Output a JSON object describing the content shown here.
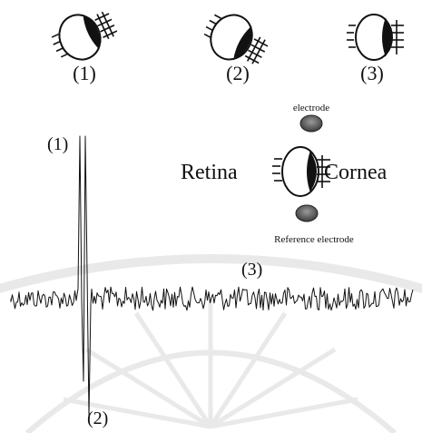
{
  "eye_states": [
    {
      "label": "(1)"
    },
    {
      "label": "(2)"
    },
    {
      "label": "(3)"
    }
  ],
  "setup": {
    "electrode_label": "electrode",
    "left_label": "Retina",
    "right_label": "Cornea",
    "reference_label": "Reference electrode"
  },
  "trace_labels": {
    "peak": "(1)",
    "trough": "(2)",
    "baseline": "(3)"
  },
  "colors": {
    "ink": "#111111",
    "electrode_fill": "#555555",
    "watermark": "#e6e6e6"
  }
}
